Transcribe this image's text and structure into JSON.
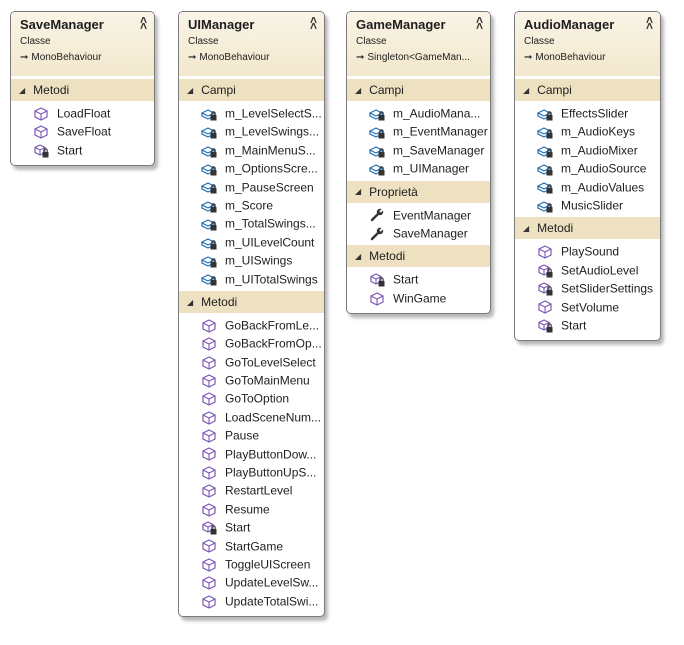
{
  "colors": {
    "header": "#f2e8cd",
    "section": "#eee1c2",
    "icon": "#7b58b6",
    "wrench": "#333333"
  },
  "classes": [
    {
      "name": "SaveManager",
      "kind": "Classe",
      "base": "MonoBehaviour",
      "sections": [
        {
          "title": "Metodi",
          "items": [
            {
              "label": "LoadFloat",
              "icon": "method-icon"
            },
            {
              "label": "SaveFloat",
              "icon": "method-icon"
            },
            {
              "label": "Start",
              "icon": "private-method-icon"
            }
          ]
        }
      ]
    },
    {
      "name": "UIManager",
      "kind": "Classe",
      "base": "MonoBehaviour",
      "sections": [
        {
          "title": "Campi",
          "items": [
            {
              "label": "m_LevelSelectS...",
              "icon": "private-field-icon"
            },
            {
              "label": "m_LevelSwings...",
              "icon": "private-field-icon"
            },
            {
              "label": "m_MainMenuS...",
              "icon": "private-field-icon"
            },
            {
              "label": "m_OptionsScre...",
              "icon": "private-field-icon"
            },
            {
              "label": "m_PauseScreen",
              "icon": "private-field-icon"
            },
            {
              "label": "m_Score",
              "icon": "private-field-icon"
            },
            {
              "label": "m_TotalSwings...",
              "icon": "private-field-icon"
            },
            {
              "label": "m_UILevelCount",
              "icon": "private-field-icon"
            },
            {
              "label": "m_UISwings",
              "icon": "private-field-icon"
            },
            {
              "label": "m_UITotalSwings",
              "icon": "private-field-icon"
            }
          ]
        },
        {
          "title": "Metodi",
          "items": [
            {
              "label": "GoBackFromLe...",
              "icon": "method-icon"
            },
            {
              "label": "GoBackFromOp...",
              "icon": "method-icon"
            },
            {
              "label": "GoToLevelSelect",
              "icon": "method-icon"
            },
            {
              "label": "GoToMainMenu",
              "icon": "method-icon"
            },
            {
              "label": "GoToOption",
              "icon": "method-icon"
            },
            {
              "label": "LoadSceneNum...",
              "icon": "method-icon"
            },
            {
              "label": "Pause",
              "icon": "method-icon"
            },
            {
              "label": "PlayButtonDow...",
              "icon": "method-icon"
            },
            {
              "label": "PlayButtonUpS...",
              "icon": "method-icon"
            },
            {
              "label": "RestartLevel",
              "icon": "method-icon"
            },
            {
              "label": "Resume",
              "icon": "method-icon"
            },
            {
              "label": "Start",
              "icon": "private-method-icon"
            },
            {
              "label": "StartGame",
              "icon": "method-icon"
            },
            {
              "label": "ToggleUIScreen",
              "icon": "method-icon"
            },
            {
              "label": "UpdateLevelSw...",
              "icon": "method-icon"
            },
            {
              "label": "UpdateTotalSwi...",
              "icon": "method-icon"
            }
          ]
        }
      ]
    },
    {
      "name": "GameManager",
      "kind": "Classe",
      "base": "Singleton<GameMan...",
      "sections": [
        {
          "title": "Campi",
          "items": [
            {
              "label": "m_AudioMana...",
              "icon": "private-field-icon"
            },
            {
              "label": "m_EventManager",
              "icon": "private-field-icon"
            },
            {
              "label": "m_SaveManager",
              "icon": "private-field-icon"
            },
            {
              "label": "m_UIManager",
              "icon": "private-field-icon"
            }
          ]
        },
        {
          "title": "Proprietà",
          "items": [
            {
              "label": "EventManager",
              "icon": "wrench-icon"
            },
            {
              "label": "SaveManager",
              "icon": "wrench-icon"
            }
          ]
        },
        {
          "title": "Metodi",
          "items": [
            {
              "label": "Start",
              "icon": "private-method-icon"
            },
            {
              "label": "WinGame",
              "icon": "method-icon"
            }
          ]
        }
      ]
    },
    {
      "name": "AudioManager",
      "kind": "Classe",
      "base": "MonoBehaviour",
      "sections": [
        {
          "title": "Campi",
          "items": [
            {
              "label": "EffectsSlider",
              "icon": "private-field-icon"
            },
            {
              "label": "m_AudioKeys",
              "icon": "private-field-icon"
            },
            {
              "label": "m_AudioMixer",
              "icon": "private-field-icon"
            },
            {
              "label": "m_AudioSource",
              "icon": "private-field-icon"
            },
            {
              "label": "m_AudioValues",
              "icon": "private-field-icon"
            },
            {
              "label": "MusicSlider",
              "icon": "private-field-icon"
            }
          ]
        },
        {
          "title": "Metodi",
          "items": [
            {
              "label": "PlaySound",
              "icon": "method-icon"
            },
            {
              "label": "SetAudioLevel",
              "icon": "private-method-icon"
            },
            {
              "label": "SetSliderSettings",
              "icon": "private-method-icon"
            },
            {
              "label": "SetVolume",
              "icon": "method-icon"
            },
            {
              "label": "Start",
              "icon": "private-method-icon"
            }
          ]
        }
      ]
    }
  ]
}
